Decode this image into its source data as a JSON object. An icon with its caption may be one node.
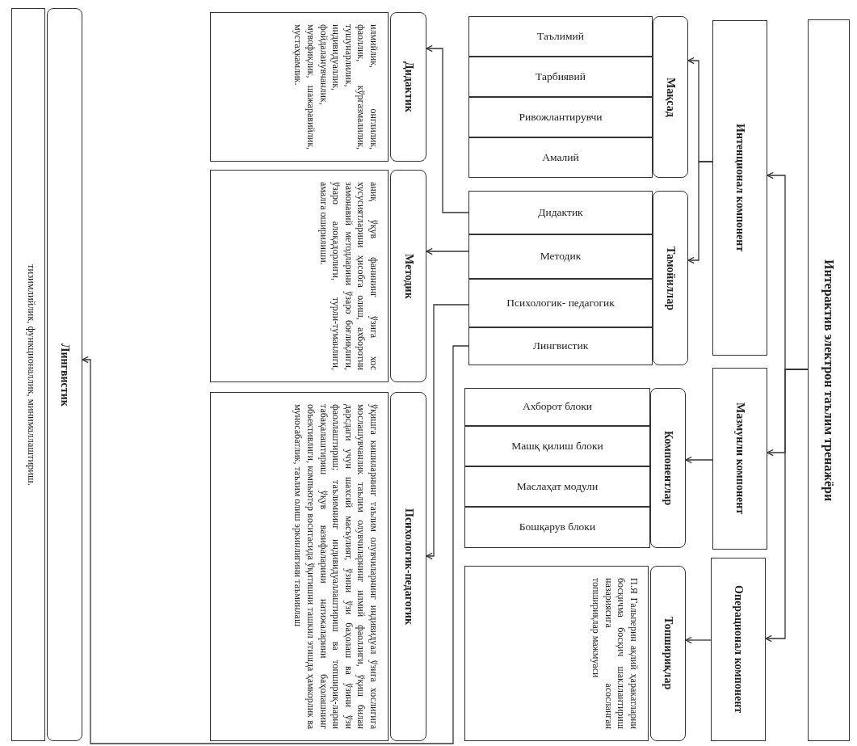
{
  "diagram": {
    "nodes": [
      {
        "text": [
          "Интерактив электрон таълим тренажёри"
        ]
      },
      {
        "text": [
          "Интенционал компонент"
        ]
      },
      {
        "text": [
          "Мазмунли компонент"
        ]
      },
      {
        "text": [
          "Операционал компонент"
        ]
      },
      {
        "text": [
          "Мақсад"
        ]
      },
      {
        "text": [
          "Таълимий"
        ]
      },
      {
        "text": [
          "Тарбиявий"
        ]
      },
      {
        "text": [
          "Ривожлантирувчи"
        ]
      },
      {
        "text": [
          "Амалий"
        ]
      },
      {
        "text": [
          "Тамойиллар"
        ]
      },
      {
        "text": [
          "Дидактик"
        ]
      },
      {
        "text": [
          "Методик"
        ]
      },
      {
        "text": [
          "Психологик- педагогик"
        ]
      },
      {
        "text": [
          "Лингвистик"
        ]
      },
      {
        "text": [
          "Компонентлар"
        ]
      },
      {
        "text": [
          "Ахборот блоки"
        ]
      },
      {
        "text": [
          "Машқ қилиш блоки"
        ]
      },
      {
        "text": [
          "Маслаҳат модули"
        ]
      },
      {
        "text": [
          "Бошқарув блоки"
        ]
      },
      {
        "text": [
          "Топшириқлар",
          "П.Я Гальперин ақлий ҳаракатларни босқичма босқич шакллантириш назариясига асосланган топшириқлар мажмуаси"
        ]
      },
      {
        "text": [
          "Дидактик",
          "илмийлик, онглилик, фаоллик, кўргазмалилик, тушунарлилик, индивидуаллик, фойдаланувчанлик, мувофиқлик, шажаравийлик, мустаҳкамлик."
        ]
      },
      {
        "text": [
          "Методик",
          "аниқ ўқув фанининг ўзига хос хусусиятларини ҳисобга олиш, ахборотни замонавий методларини ўзаро боғлиқлиги, ўзаро алоқадорлиги, турли-туманлиги, амалга оширилиши."
        ]
      },
      {
        "text": [
          "Психологик-педагогик",
          "ўқишга кишиларнинг таълим олувчиларнинг индивидуал ўзига хослигига мослашувчанлик таълим олувчиларнинг илмий фаоллиги, ўқиш билан дарсдаги учун шахсий масъулият, ўзини ўзи баҳолаш ва ўзини ўзи фаоллаштириш; таълимнинг индивидуаллаштириш ва топшириқ-ларни табақалаштириш ўқув вазифаларини натижаларини баҳолашнинг объективлиги, компьютер воситасида ўқитишни ташкил этишда ҳамкорлик ва муносабатлик, таълим олиш эркинлигини таъминлаш"
        ]
      },
      {
        "text": [
          "Лингвистик",
          "тизимлийлик, функционаллик, минималлаштириш."
        ]
      }
    ],
    "edges": [
      {
        "from": 0,
        "to": 1,
        "arrow": "to"
      },
      {
        "from": 0,
        "to": 2,
        "arrow": "to"
      },
      {
        "from": 0,
        "to": 3,
        "arrow": "to"
      },
      {
        "from": 1,
        "to": 4,
        "arrow": "to"
      },
      {
        "from": 1,
        "to": 9,
        "arrow": "to"
      },
      {
        "from": 2,
        "to": 14,
        "arrow": "to"
      },
      {
        "from": 3,
        "to": 19,
        "arrow": "to"
      },
      {
        "from": 10,
        "to": 20,
        "arrow": "to"
      },
      {
        "from": 11,
        "to": 21,
        "arrow": "to"
      },
      {
        "from": 12,
        "to": 22,
        "arrow": "to"
      },
      {
        "from": 13,
        "to": 23,
        "arrow": "to"
      }
    ]
  }
}
